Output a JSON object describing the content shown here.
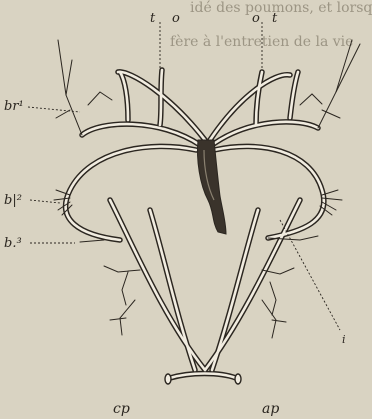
{
  "background_text": {
    "line1": "idé des poumons, et lorsque la tê",
    "line2": "fère à l'entretien de la vie"
  },
  "labels": {
    "t_left": "t",
    "o_left": "o",
    "o_right": "o",
    "t_right": "t",
    "br1": "br¹",
    "br2": "b|²",
    "b3": "b.³",
    "i": "i",
    "cp": "cp",
    "ap": "ap"
  },
  "colors": {
    "paper": "#d9d3c2",
    "ink": "#2b2620",
    "vessel_fill": "#f1ece0",
    "heart_fill": "#3a332b"
  }
}
